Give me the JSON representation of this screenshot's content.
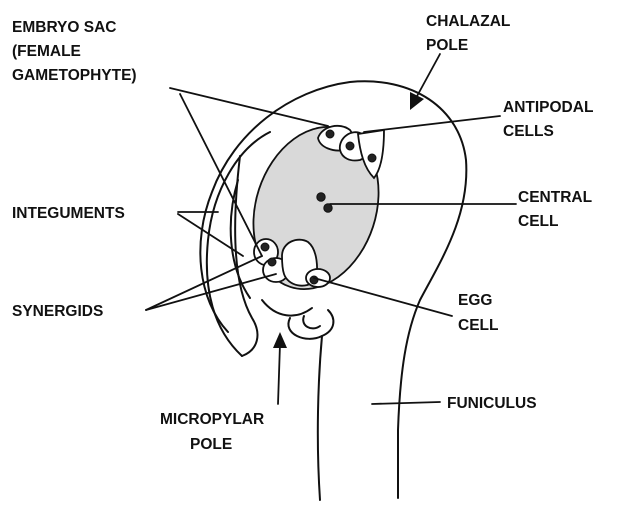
{
  "labels": {
    "embryo_sac": [
      "EMBRYO SAC",
      "(FEMALE",
      "GAMETOPHYTE)"
    ],
    "chalazal_pole": [
      "CHALAZAL",
      "POLE"
    ],
    "antipodal_cells": [
      "ANTIPODAL",
      "CELLS"
    ],
    "central_cell": [
      "CENTRAL",
      "CELL"
    ],
    "integuments": [
      "INTEGUMENTS"
    ],
    "egg_cell": [
      "EGG",
      "CELL"
    ],
    "synergids": [
      "SYNERGIDS"
    ],
    "funiculus": [
      "FUNICULUS"
    ],
    "micropylar_pole": [
      "MICROPYLAR",
      "POLE"
    ]
  },
  "colors": {
    "ink": "#111111",
    "central_cell_fill": "#d9d9d9",
    "background": "#ffffff"
  }
}
